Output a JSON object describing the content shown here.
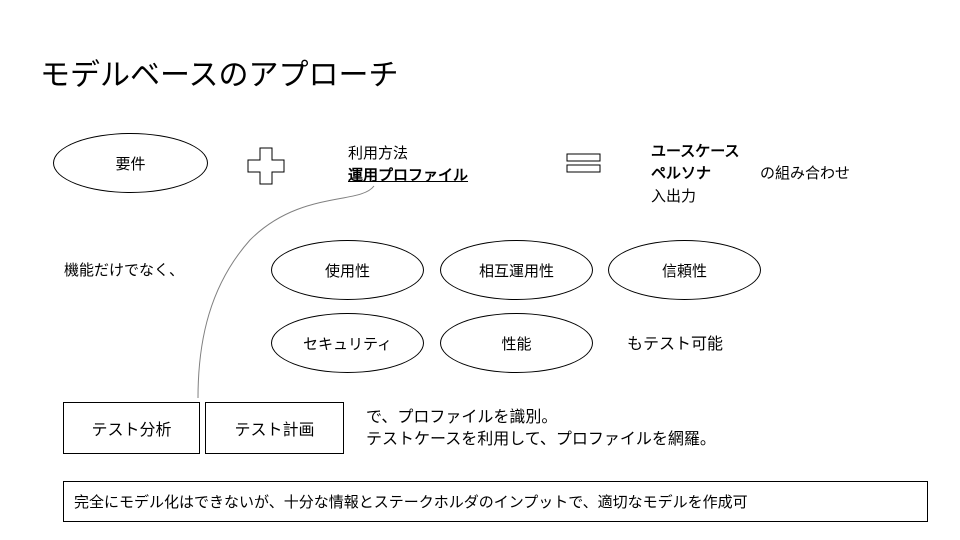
{
  "slide": {
    "title": "モデルベースのアプローチ",
    "requirements_label": "要件",
    "usage": {
      "line1": "利用方法",
      "line2": "運用プロファイル"
    },
    "result": {
      "line1": "ユースケース",
      "line2": "ペルソナ",
      "line3": "入出力",
      "suffix": "の組み合わせ"
    },
    "not_only": "機能だけでなく、",
    "qualities": [
      "使用性",
      "相互運用性",
      "信頼性",
      "セキュリティ",
      "性能"
    ],
    "testable": "もテスト可能",
    "test_analysis": "テスト分析",
    "test_planning": "テスト計画",
    "explanation": {
      "line1": "で、プロファイルを識別。",
      "line2": "テストケースを利用して、プロファイルを網羅。"
    },
    "footer": "完全にモデル化はできないが、十分な情報とステークホルダのインプットで、適切なモデルを作成可"
  }
}
